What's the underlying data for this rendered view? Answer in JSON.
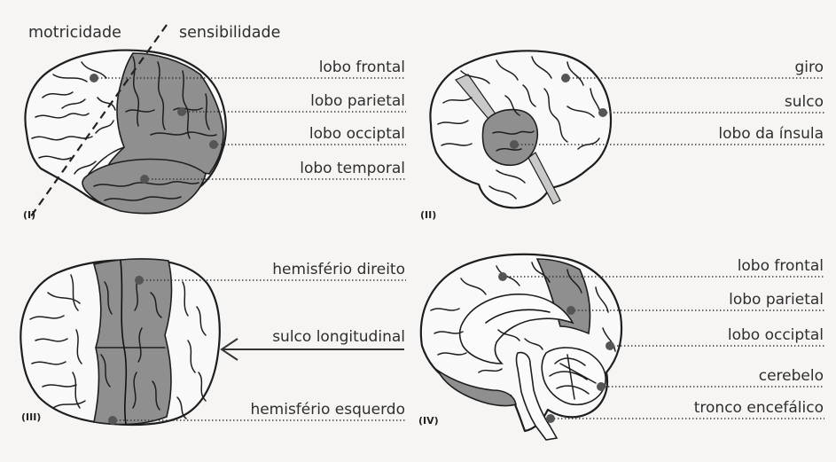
{
  "panel_i": {
    "id": "(I)",
    "motricidade": "motricidade",
    "sensibilidade": "sensibilidade",
    "labels": [
      "lobo frontal",
      "lobo parietal",
      "lobo occiptal",
      "lobo temporal"
    ]
  },
  "panel_ii": {
    "id": "(II)",
    "labels": [
      "giro",
      "sulco",
      "lobo da ínsula"
    ]
  },
  "panel_iii": {
    "id": "(III)",
    "labels": [
      "hemisfério direito",
      "sulco longitudinal",
      "hemisfério esquerdo"
    ]
  },
  "panel_iv": {
    "id": "(IV)",
    "labels": [
      "lobo frontal",
      "lobo parietal",
      "lobo occiptal",
      "cerebelo",
      "tronco encefálico"
    ]
  }
}
